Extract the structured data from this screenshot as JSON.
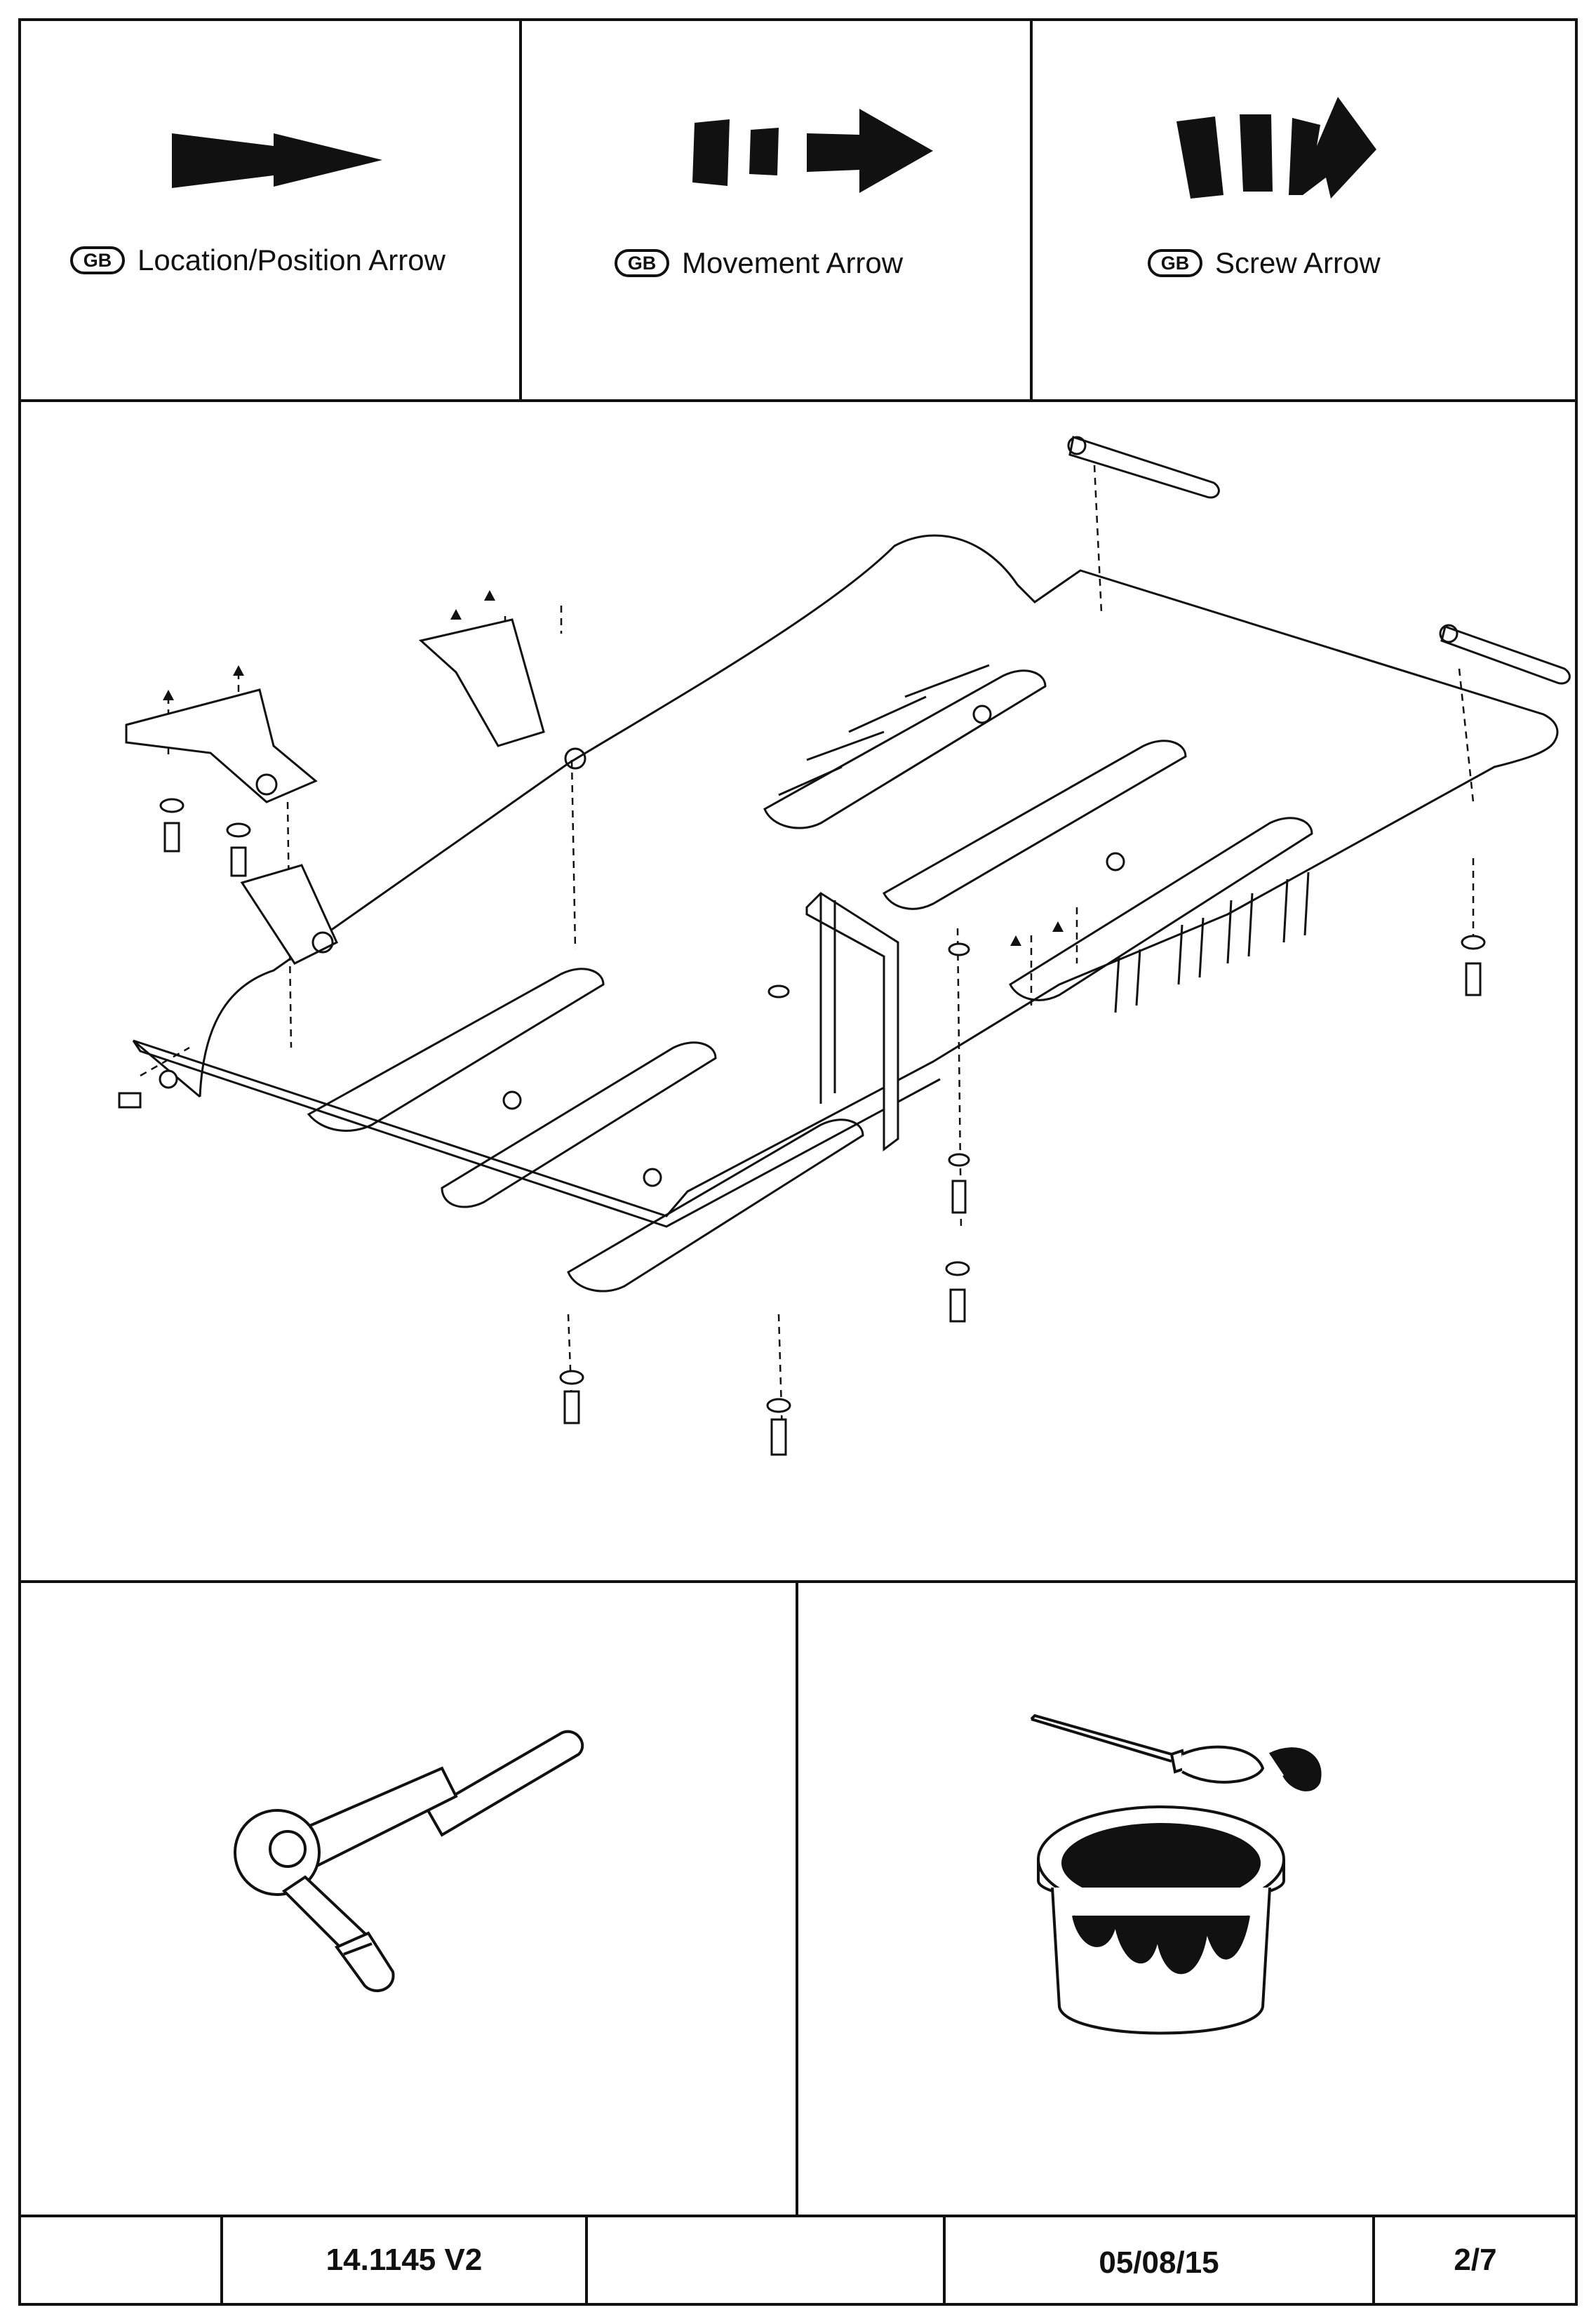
{
  "legend": [
    {
      "badge": "GB",
      "label": "Location/Position Arrow",
      "icon": "location-arrow-icon"
    },
    {
      "badge": "GB",
      "label": "Movement Arrow",
      "icon": "movement-arrow-icon"
    },
    {
      "badge": "GB",
      "label": "Screw Arrow",
      "icon": "screw-arrow-icon"
    }
  ],
  "tools": [
    {
      "icon": "ratchet-wrench-icon"
    },
    {
      "icon": "paint-brush-and-can-icon"
    }
  ],
  "footer": {
    "cell1": "",
    "part_number": "14.1145 V2",
    "cell3": "",
    "date": "05/08/15",
    "page": "2/7"
  }
}
